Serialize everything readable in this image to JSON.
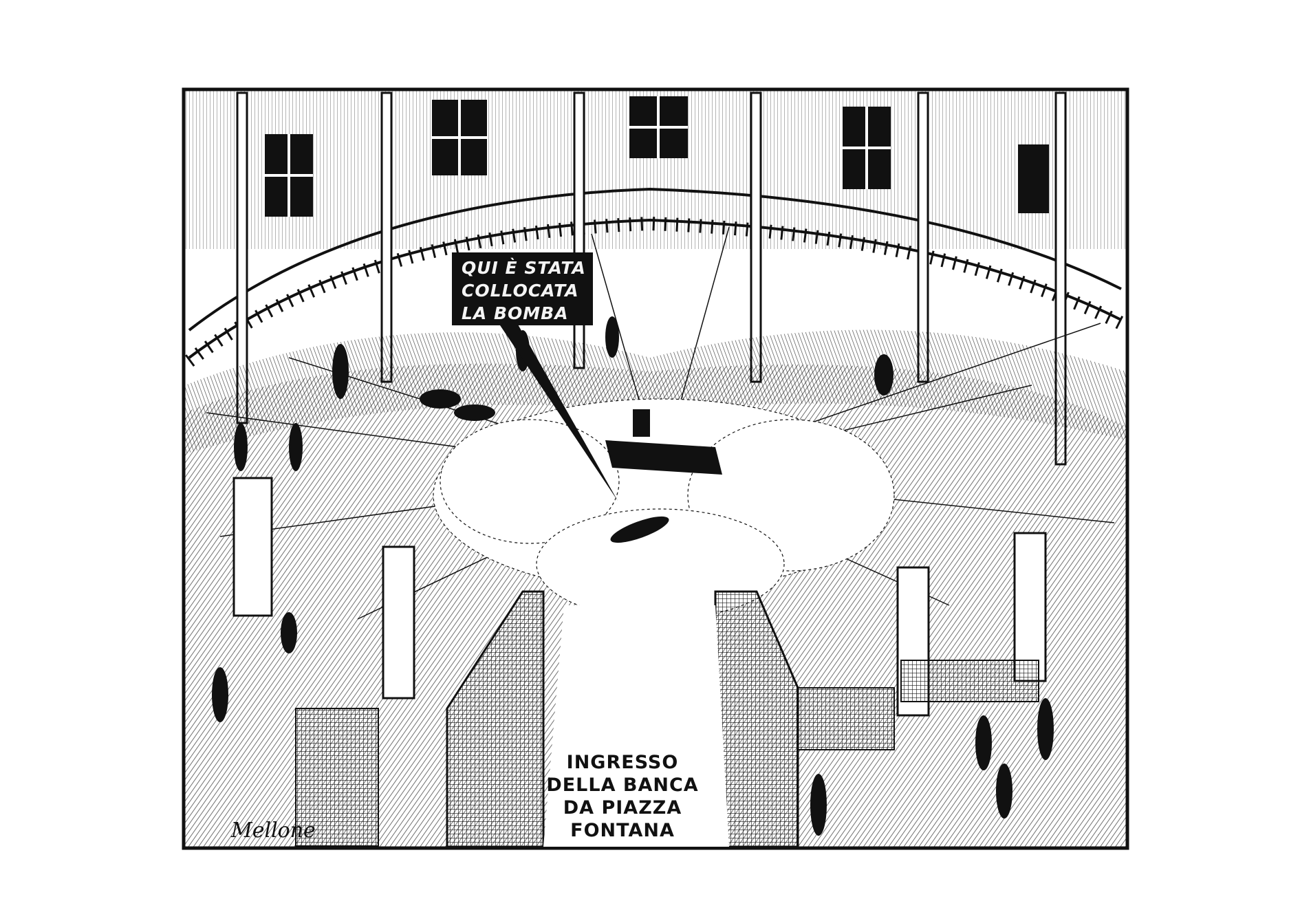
{
  "illustration": {
    "callout_lines": [
      "QUI È STATA",
      "COLLOCATA",
      "LA BOMBA"
    ],
    "entrance_lines": [
      "INGRESSO",
      "DELLA BANCA",
      "DA PIAZZA",
      "FONTANA"
    ],
    "signature": "Mellone"
  },
  "colors": {
    "ink": "#111111",
    "paper": "#ffffff"
  }
}
